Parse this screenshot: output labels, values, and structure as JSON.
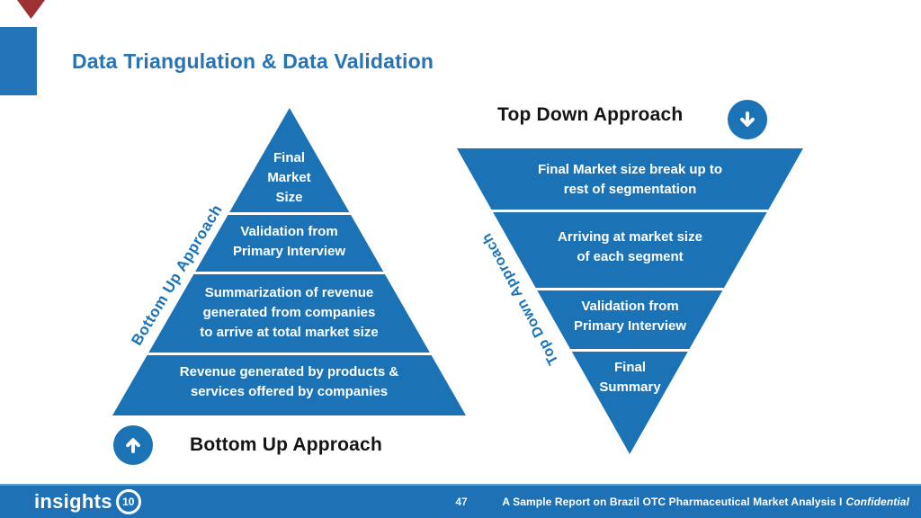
{
  "slide": {
    "title": "Data Triangulation & Data Validation",
    "page_number": "47",
    "footer": {
      "logo_text": "insights",
      "logo_badge": "10",
      "report_text": "A Sample Report on Brazil OTC Pharmaceutical Market Analysis I",
      "confidential": "Confidential"
    }
  },
  "bottom_up": {
    "heading": "Bottom Up Approach",
    "side_label": "Bottom Up Approach",
    "arrow_icon": "arrow-up",
    "tiers": [
      {
        "text": "Final\nMarket\nSize"
      },
      {
        "text": "Validation from\nPrimary Interview"
      },
      {
        "text": "Summarization of revenue\ngenerated from companies\nto arrive at total market size"
      },
      {
        "text": "Revenue generated by products &\nservices offered by companies"
      }
    ]
  },
  "top_down": {
    "heading": "Top Down Approach",
    "side_label": "Top Down Approach",
    "arrow_icon": "arrow-down",
    "tiers": [
      {
        "text": "Final Market size break up to\nrest of segmentation"
      },
      {
        "text": "Arriving at market size\nof each segment"
      },
      {
        "text": "Validation from\nPrimary Interview"
      },
      {
        "text": "Final\nSummary"
      }
    ]
  },
  "colors": {
    "primary_blue": "#1b73b6",
    "title_blue": "#2673b6",
    "accent_red": "#9c3232",
    "footer_blue": "#1d71b4",
    "heading_text": "#141414",
    "tier_text": "#ffffff"
  }
}
